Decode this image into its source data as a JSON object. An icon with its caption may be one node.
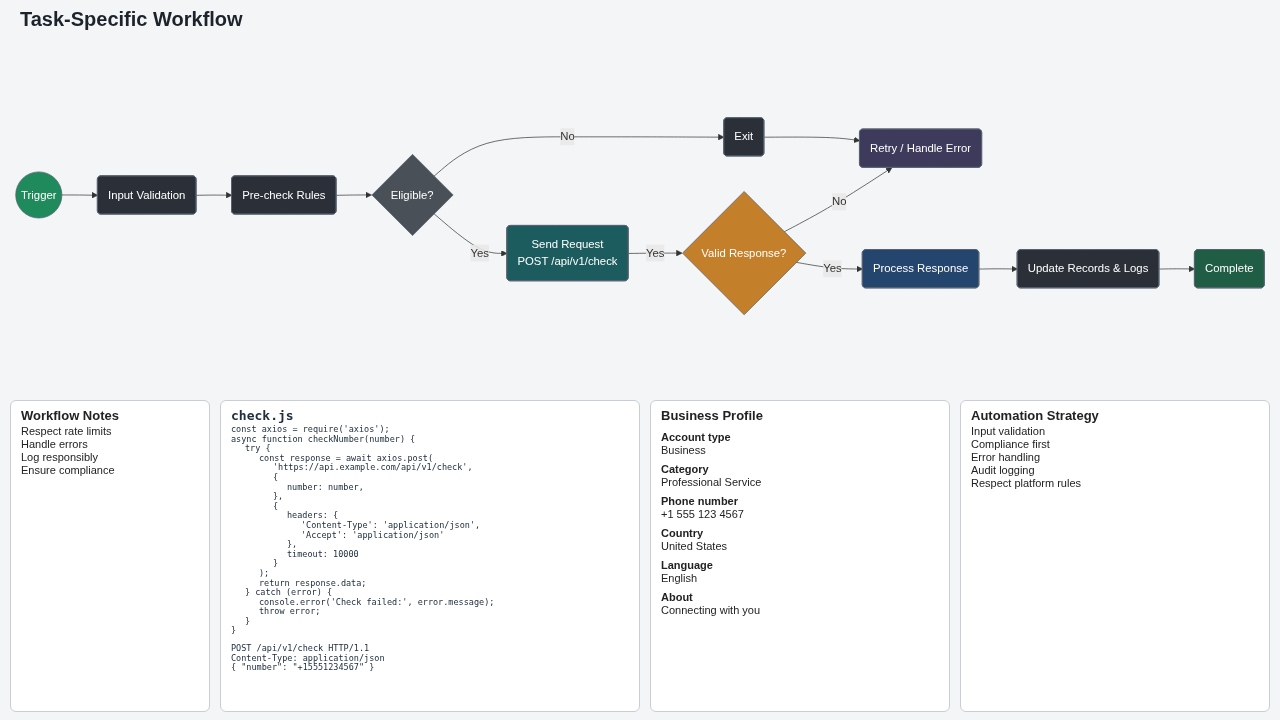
{
  "diagram": {
    "title": "Task-Specific Workflow",
    "nodes": [
      {
        "text": [
          "Trigger"
        ]
      },
      {
        "text": [
          "Input Validation"
        ]
      },
      {
        "text": [
          "Pre-check Rules"
        ]
      },
      {
        "text": [
          "Eligible?"
        ]
      },
      {
        "text": [
          "Exit"
        ]
      },
      {
        "text": [
          "Send Request",
          "POST /api/v1/check"
        ]
      },
      {
        "text": [
          "Valid Response?"
        ]
      },
      {
        "text": [
          "Retry / Handle Error"
        ]
      },
      {
        "text": [
          "Process Response"
        ]
      },
      {
        "text": [
          "Update Records & Logs"
        ]
      },
      {
        "text": [
          "Complete"
        ]
      }
    ],
    "edges": [
      {
        "from": 0,
        "to": 1,
        "arrow": "to"
      },
      {
        "from": 1,
        "to": 2,
        "arrow": "to"
      },
      {
        "from": 2,
        "to": 3,
        "arrow": "to"
      },
      {
        "from": 3,
        "to": 4,
        "arrow": "to",
        "label": "No"
      },
      {
        "from": 3,
        "to": 5,
        "arrow": "to",
        "label": "Yes"
      },
      {
        "from": 5,
        "to": 6,
        "arrow": "to",
        "label": "Yes"
      },
      {
        "from": 6,
        "to": 7,
        "arrow": "to",
        "label": "No"
      },
      {
        "from": 4,
        "to": 7,
        "arrow": "to"
      },
      {
        "from": 6,
        "to": 8,
        "arrow": "to",
        "label": "Yes"
      },
      {
        "from": 8,
        "to": 9,
        "arrow": "to"
      },
      {
        "from": 9,
        "to": 10,
        "arrow": "to"
      }
    ],
    "labels": [
      "Workflow Notes",
      "Respect rate limits",
      "Handle errors",
      "Log responsibly",
      "Ensure compliance",
      "check.js",
      "const axios = require('axios');",
      "async function checkNumber(number) {",
      "try {",
      "const response = await axios.post(",
      "'https://api.example.com/api/v1/check',",
      "{",
      "number: number,",
      "},",
      "{",
      "headers: {",
      "'Content-Type': 'application/json',",
      "'Accept': 'application/json'",
      "},",
      "timeout: 10000",
      "}",
      ");",
      "return response.data;",
      "} catch (error) {",
      "console.error('Check failed:', error.message);",
      "throw error;",
      "}",
      "}",
      "POST /api/v1/check HTTP/1.1",
      "Content-Type: application/json",
      "{ \"number\": \"+15551234567\" }",
      "Business Profile",
      "Account type",
      "Business",
      "Category",
      "Professional Service",
      "Phone number",
      "+1 555 123 4567",
      "Country",
      "United States",
      "Language",
      "English",
      "About",
      "Connecting with you",
      "Automation Strategy",
      "Input validation",
      "Compliance first",
      "Error handling",
      "Audit logging",
      "Respect platform rules"
    ]
  }
}
